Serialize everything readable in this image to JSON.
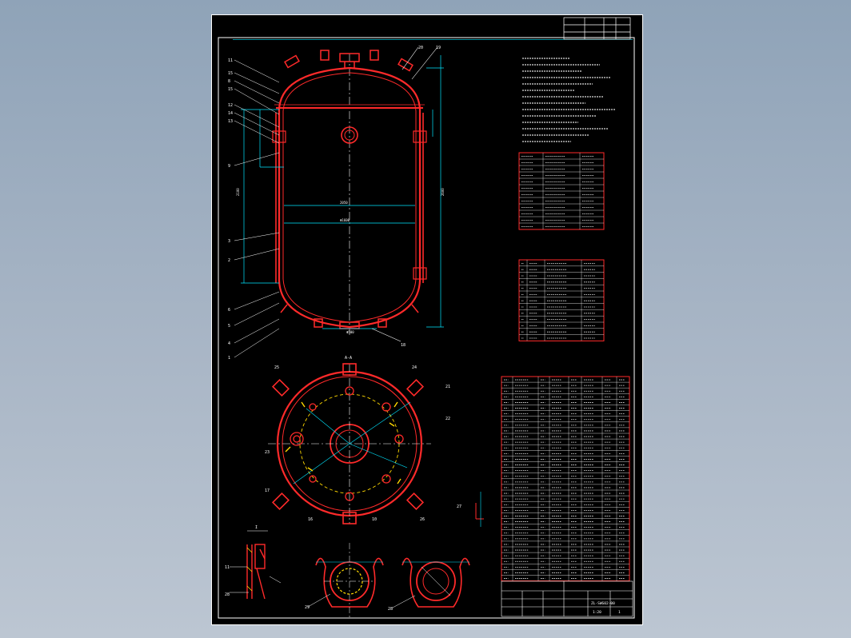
{
  "drawing": {
    "views": {
      "plan_label": "A-A",
      "front_label": "I"
    },
    "labels": {
      "left_callouts": [
        "11",
        "15",
        "8",
        "15",
        "12",
        "14",
        "13",
        "9",
        "3",
        "2",
        "6",
        "5",
        "4",
        "1"
      ],
      "top_callouts": [
        "20",
        "19"
      ],
      "bottom_callout": "18",
      "plan_callouts": [
        "25",
        "24",
        "21",
        "22",
        "23",
        "17",
        "16",
        "10",
        "26",
        "27"
      ],
      "detail_callouts": [
        "11",
        "28"
      ],
      "section_callouts": [
        "29",
        "28"
      ]
    },
    "title_block": {
      "drawing_no": "ZL-SWG02-00",
      "scale": "1:20",
      "sheet": "1"
    }
  },
  "colors": {
    "sheet_bg": "#000000",
    "frame": "#ffffff",
    "vessel": "#ff2a2a",
    "dimension": "#00e5ff",
    "centerline": "#ffffff",
    "yellow": "#ffd800",
    "table_line": "#ff2a2a",
    "text": "#ffffff"
  }
}
